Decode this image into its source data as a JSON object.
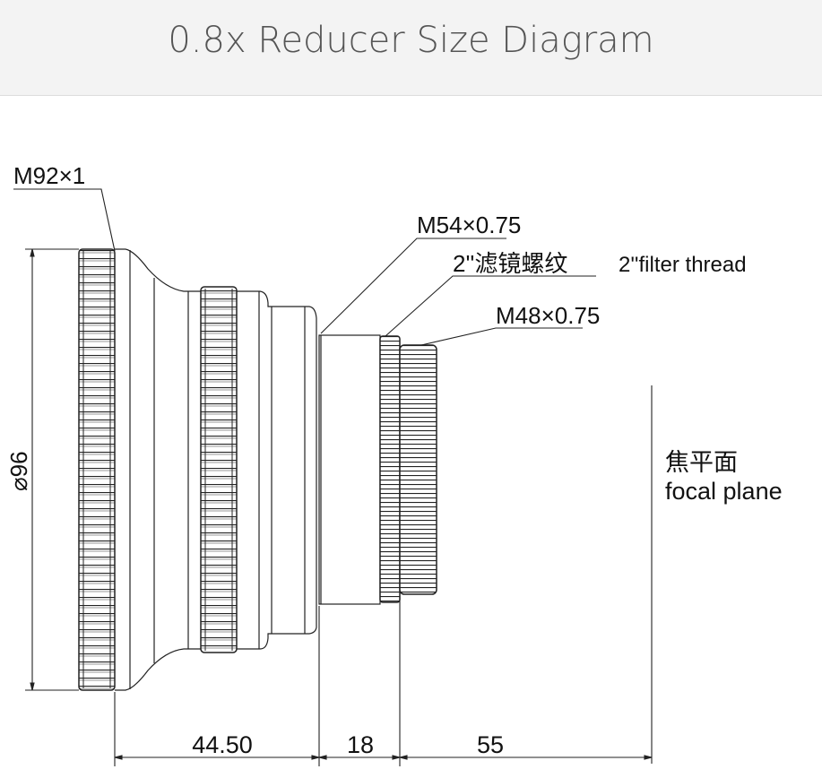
{
  "header": {
    "title": "0.8x Reducer Size Diagram"
  },
  "labels": {
    "thread_main": "M92×1",
    "thread_m54": "M54×0.75",
    "filter_thread_cn": "2''滤镜螺纹",
    "filter_thread_en": "2''filter thread",
    "thread_m48": "M48×0.75",
    "focal_plane_cn": "焦平面",
    "focal_plane_en": "focal plane",
    "diameter": "⌀96"
  },
  "dimensions": {
    "d1": "44.50",
    "d2": "18",
    "d3": "55"
  }
}
